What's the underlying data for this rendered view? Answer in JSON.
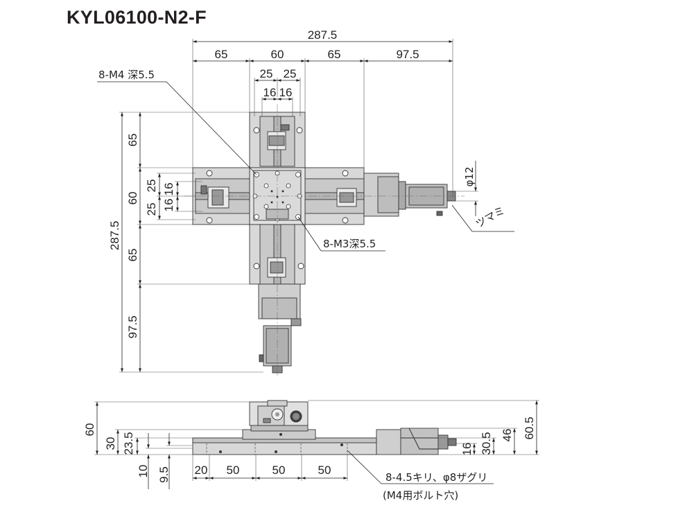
{
  "title": "KYL06100-N2-F",
  "top_view": {
    "dims_top": {
      "overall": "287.5",
      "seg_1": "65",
      "seg_2": "60",
      "seg_3": "65",
      "seg_4": "97.5",
      "pitch_a_1": "25",
      "pitch_a_2": "25",
      "pitch_b_1": "16",
      "pitch_b_2": "16"
    },
    "dims_left": {
      "overall": "287.5",
      "seg_1": "65",
      "seg_2": "60",
      "seg_3": "65",
      "seg_4": "97.5",
      "pitch_a_1": "25",
      "pitch_a_2": "25",
      "pitch_b_1": "16",
      "pitch_b_2": "16"
    },
    "callouts": {
      "tap_m4": "8-M4 深5.5",
      "tap_m3": "8-M3深5.5",
      "knob_dia": "φ12",
      "knob": "ツマミ"
    }
  },
  "front_view": {
    "dims_left": {
      "h_60": "60",
      "h_30": "30",
      "h_23_5": "23.5",
      "h_10": "10",
      "h_9_5": "9.5"
    },
    "dims_right": {
      "h_60_5": "60.5",
      "h_46": "46",
      "h_30_5": "30.5",
      "h_16": "16"
    },
    "dims_bottom": {
      "seg_1": "20",
      "seg_2": "50",
      "seg_3": "50",
      "seg_4": "50"
    },
    "callouts": {
      "hole_spec": "8-4.5キリ、φ8ザグリ",
      "hole_note": "(M4用ボルト穴)"
    }
  }
}
